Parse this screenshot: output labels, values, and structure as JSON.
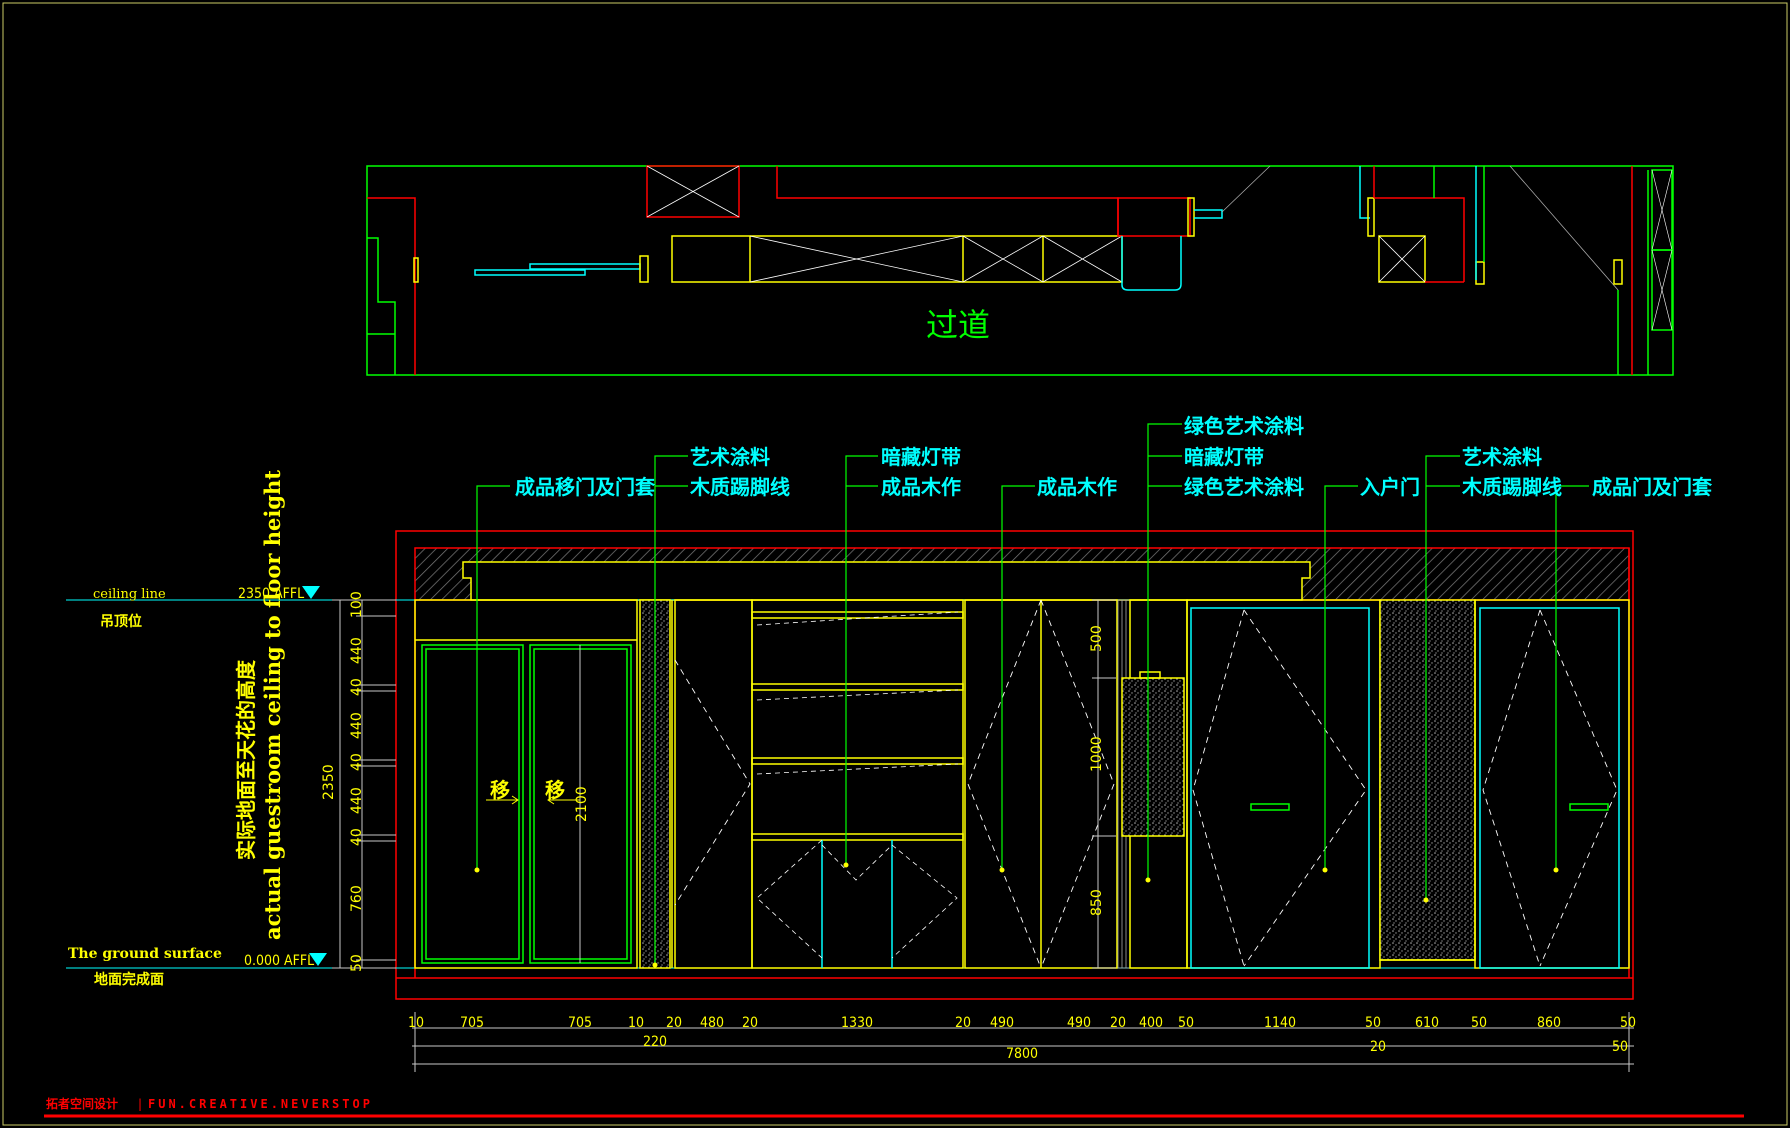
{
  "plan": {
    "label": "过道"
  },
  "callouts": [
    "成品移门及门套",
    "艺术涂料",
    "木质踢脚线",
    "暗藏灯带",
    "成品木作",
    "成品木作",
    "绿色艺术涂料",
    "暗藏灯带",
    "绿色艺术涂料",
    "入户门",
    "艺术涂料",
    "木质踢脚线",
    "成品门及门套"
  ],
  "slide_marks": [
    "移",
    "移"
  ],
  "levels": {
    "ceiling_en": "ceiling line",
    "ceiling_value": "2350 AFFL",
    "ceiling_cn": "吊顶位",
    "ground_en": "The ground surface",
    "ground_value": "0.000 AFFL",
    "ground_cn": "地面完成面"
  },
  "height_note": {
    "cn": "实际地面至天花的高度",
    "en": "actual guestroom ceiling to floor height"
  },
  "vertical_dims_left": [
    "100",
    "440",
    "40",
    "440",
    "40",
    "440",
    "40",
    "760",
    "50"
  ],
  "vertical_total": "2350",
  "door_height": "2100",
  "vertical_dims_right": [
    "500",
    "1000",
    "850"
  ],
  "horizontal_dims": [
    "10",
    "705",
    "705",
    "10",
    "20",
    "480",
    "20",
    "1330",
    "20",
    "490",
    "490",
    "20",
    "400",
    "50",
    "1140",
    "50",
    "610",
    "50",
    "860",
    "50"
  ],
  "subtotals": [
    "220",
    "20",
    "50"
  ],
  "total": "7800",
  "footer": {
    "brand": "拓者空间设计",
    "slogan": "FUN.CREATIVE.NEVERSTOP"
  },
  "colors": {
    "green": "#00ff00",
    "cyan": "#00ffff",
    "yellow": "#ffff00",
    "red": "#ff0000",
    "dim": "#c8c8c8"
  }
}
